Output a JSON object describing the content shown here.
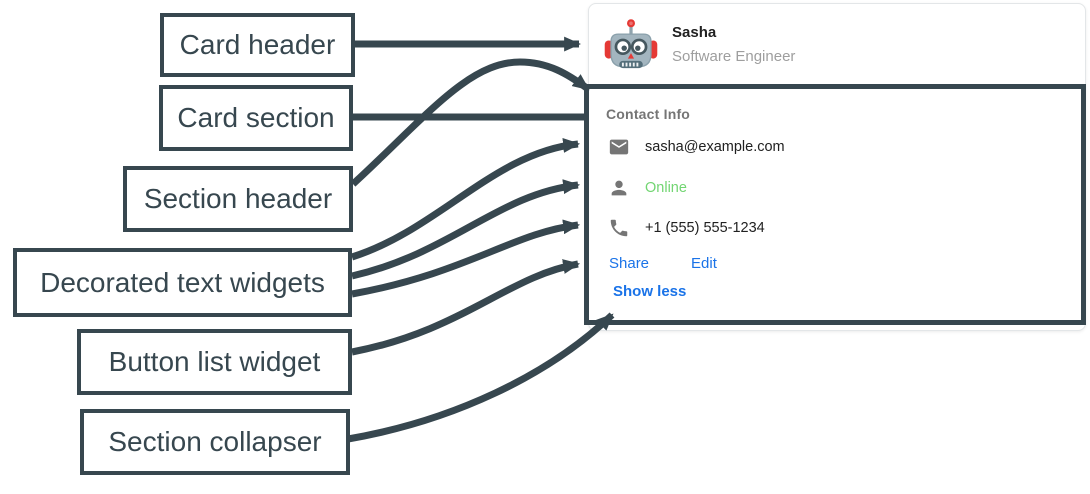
{
  "diagram": {
    "arrow_color": "#37474F",
    "labels": [
      {
        "id": "card-header",
        "text": "Card header"
      },
      {
        "id": "card-section",
        "text": "Card section"
      },
      {
        "id": "section-header",
        "text": "Section header"
      },
      {
        "id": "decorated-text-widgets",
        "text": "Decorated text widgets"
      },
      {
        "id": "button-list-widget",
        "text": "Button list widget"
      },
      {
        "id": "section-collapser",
        "text": "Section collapser"
      }
    ]
  },
  "card": {
    "header": {
      "avatar_icon": "robot-avatar",
      "name": "Sasha",
      "subtitle": "Software Engineer"
    },
    "section": {
      "header": "Contact Info",
      "items": [
        {
          "icon": "email-icon",
          "text": "sasha@example.com",
          "color": "#212121"
        },
        {
          "icon": "person-icon",
          "text": "Online",
          "color": "#72D572"
        },
        {
          "icon": "phone-icon",
          "text": "+1 (555) 555-1234",
          "color": "#212121"
        }
      ],
      "buttons": [
        {
          "label": "Share"
        },
        {
          "label": "Edit"
        }
      ],
      "collapser_label": "Show less"
    },
    "colors": {
      "accent_blue": "#1A73E8",
      "status_green": "#72D572",
      "icon_gray": "#757575",
      "subtitle_gray": "#9E9E9E"
    }
  }
}
